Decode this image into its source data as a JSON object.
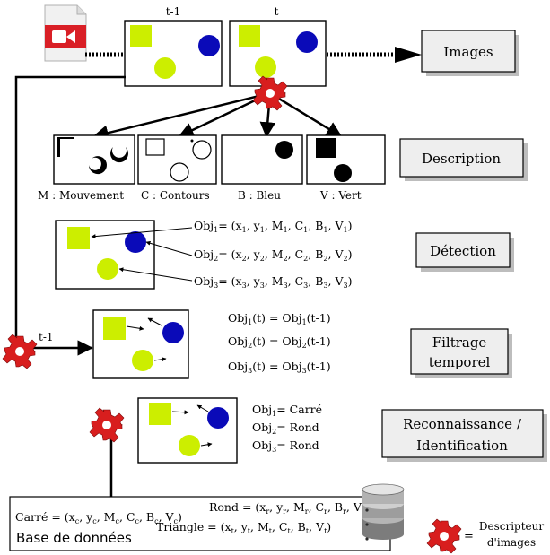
{
  "frames": {
    "prev_label": "t-1",
    "curr_label": "t",
    "side_label": "t-1"
  },
  "stages": {
    "images": "Images",
    "description": "Description",
    "detection": "Détection",
    "filtrage_1": "Filtrage",
    "filtrage_2": "temporel",
    "reco_1": "Reconnaissance /",
    "reco_2": "Identification"
  },
  "descriptors": {
    "mouvement": "M : Mouvement",
    "contours": "C : Contours",
    "bleu": "B : Bleu",
    "vert": "V : Vert"
  },
  "detection": [
    [
      "Obj",
      "1",
      "= (x",
      "1",
      ", y",
      "1",
      ", M",
      "1",
      ", C",
      "1",
      ", B",
      "1",
      ", V",
      "1",
      ")"
    ],
    [
      "Obj",
      "2",
      "= (x",
      "2",
      ", y",
      "2",
      ", M",
      "2",
      ", C",
      "2",
      ", B",
      "2",
      ", V",
      "2",
      ")"
    ],
    [
      "Obj",
      "3",
      "= (x",
      "3",
      ", y",
      "3",
      ", M",
      "3",
      ", C",
      "3",
      ", B",
      "3",
      ", V",
      "3",
      ")"
    ]
  ],
  "filtering": [
    [
      "Obj",
      "1",
      "(t) = Obj",
      "1",
      "(t-1)"
    ],
    [
      "Obj",
      "2",
      "(t) = Obj",
      "2",
      "(t-1)"
    ],
    [
      "Obj",
      "3",
      "(t) = Obj",
      "3",
      "(t-1)"
    ]
  ],
  "recognition": [
    [
      "Obj",
      "1",
      "= Carré"
    ],
    [
      "Obj",
      "2",
      "= Rond"
    ],
    [
      "Obj",
      "3",
      "= Rond"
    ]
  ],
  "database": {
    "title": "Base de données",
    "carre": [
      "Carré = (x",
      "c",
      ", y",
      "c",
      ", M",
      "c",
      ", C",
      "c",
      ", B",
      "c",
      ", V",
      "c",
      ")"
    ],
    "rond": [
      "Rond = (x",
      "r",
      ", y",
      "r",
      ", M",
      "r",
      ", C",
      "r",
      ", B",
      "r",
      ", V",
      "r",
      ")"
    ],
    "triangle": [
      "Triangle = (x",
      "t",
      ", y",
      "t",
      ", M",
      "t",
      ", C",
      "t",
      ", B",
      "t",
      ", V",
      "t",
      ")"
    ]
  },
  "legend": {
    "line1": "Descripteur",
    "line2": "d'images",
    "equals": "="
  },
  "colors": {
    "green": "#ccee00",
    "blue": "#0a0ab8",
    "gear": "#d81e1e",
    "video_icon": "#d91f26"
  }
}
